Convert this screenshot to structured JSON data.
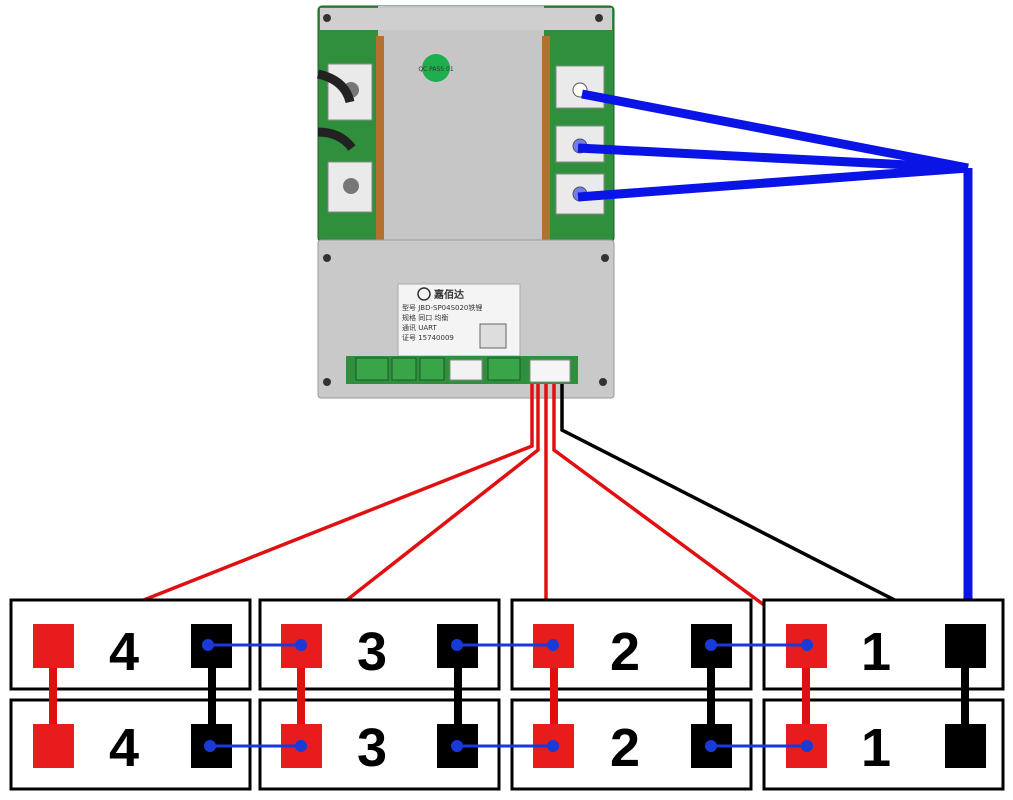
{
  "board": {
    "brand": "嘉佰达",
    "model_line": "型号  JBD-SP04S020铁锂",
    "spec_line": "规格                同口 均衡",
    "comm_line": "通讯  UART",
    "cert_line": "证号  15740009",
    "qc_mark": "QC PASS 01",
    "colors": {
      "board_green": "#2f8f3c",
      "heatsink": "#c8c8c8"
    }
  },
  "cells": {
    "top_row": [
      "4",
      "3",
      "2",
      "1"
    ],
    "bottom_row": [
      "4",
      "3",
      "2",
      "1"
    ]
  },
  "wire_colors": {
    "positive": "#e01010",
    "negative": "#000000",
    "main": "#0a14e6",
    "link": "#1a3ad8"
  }
}
